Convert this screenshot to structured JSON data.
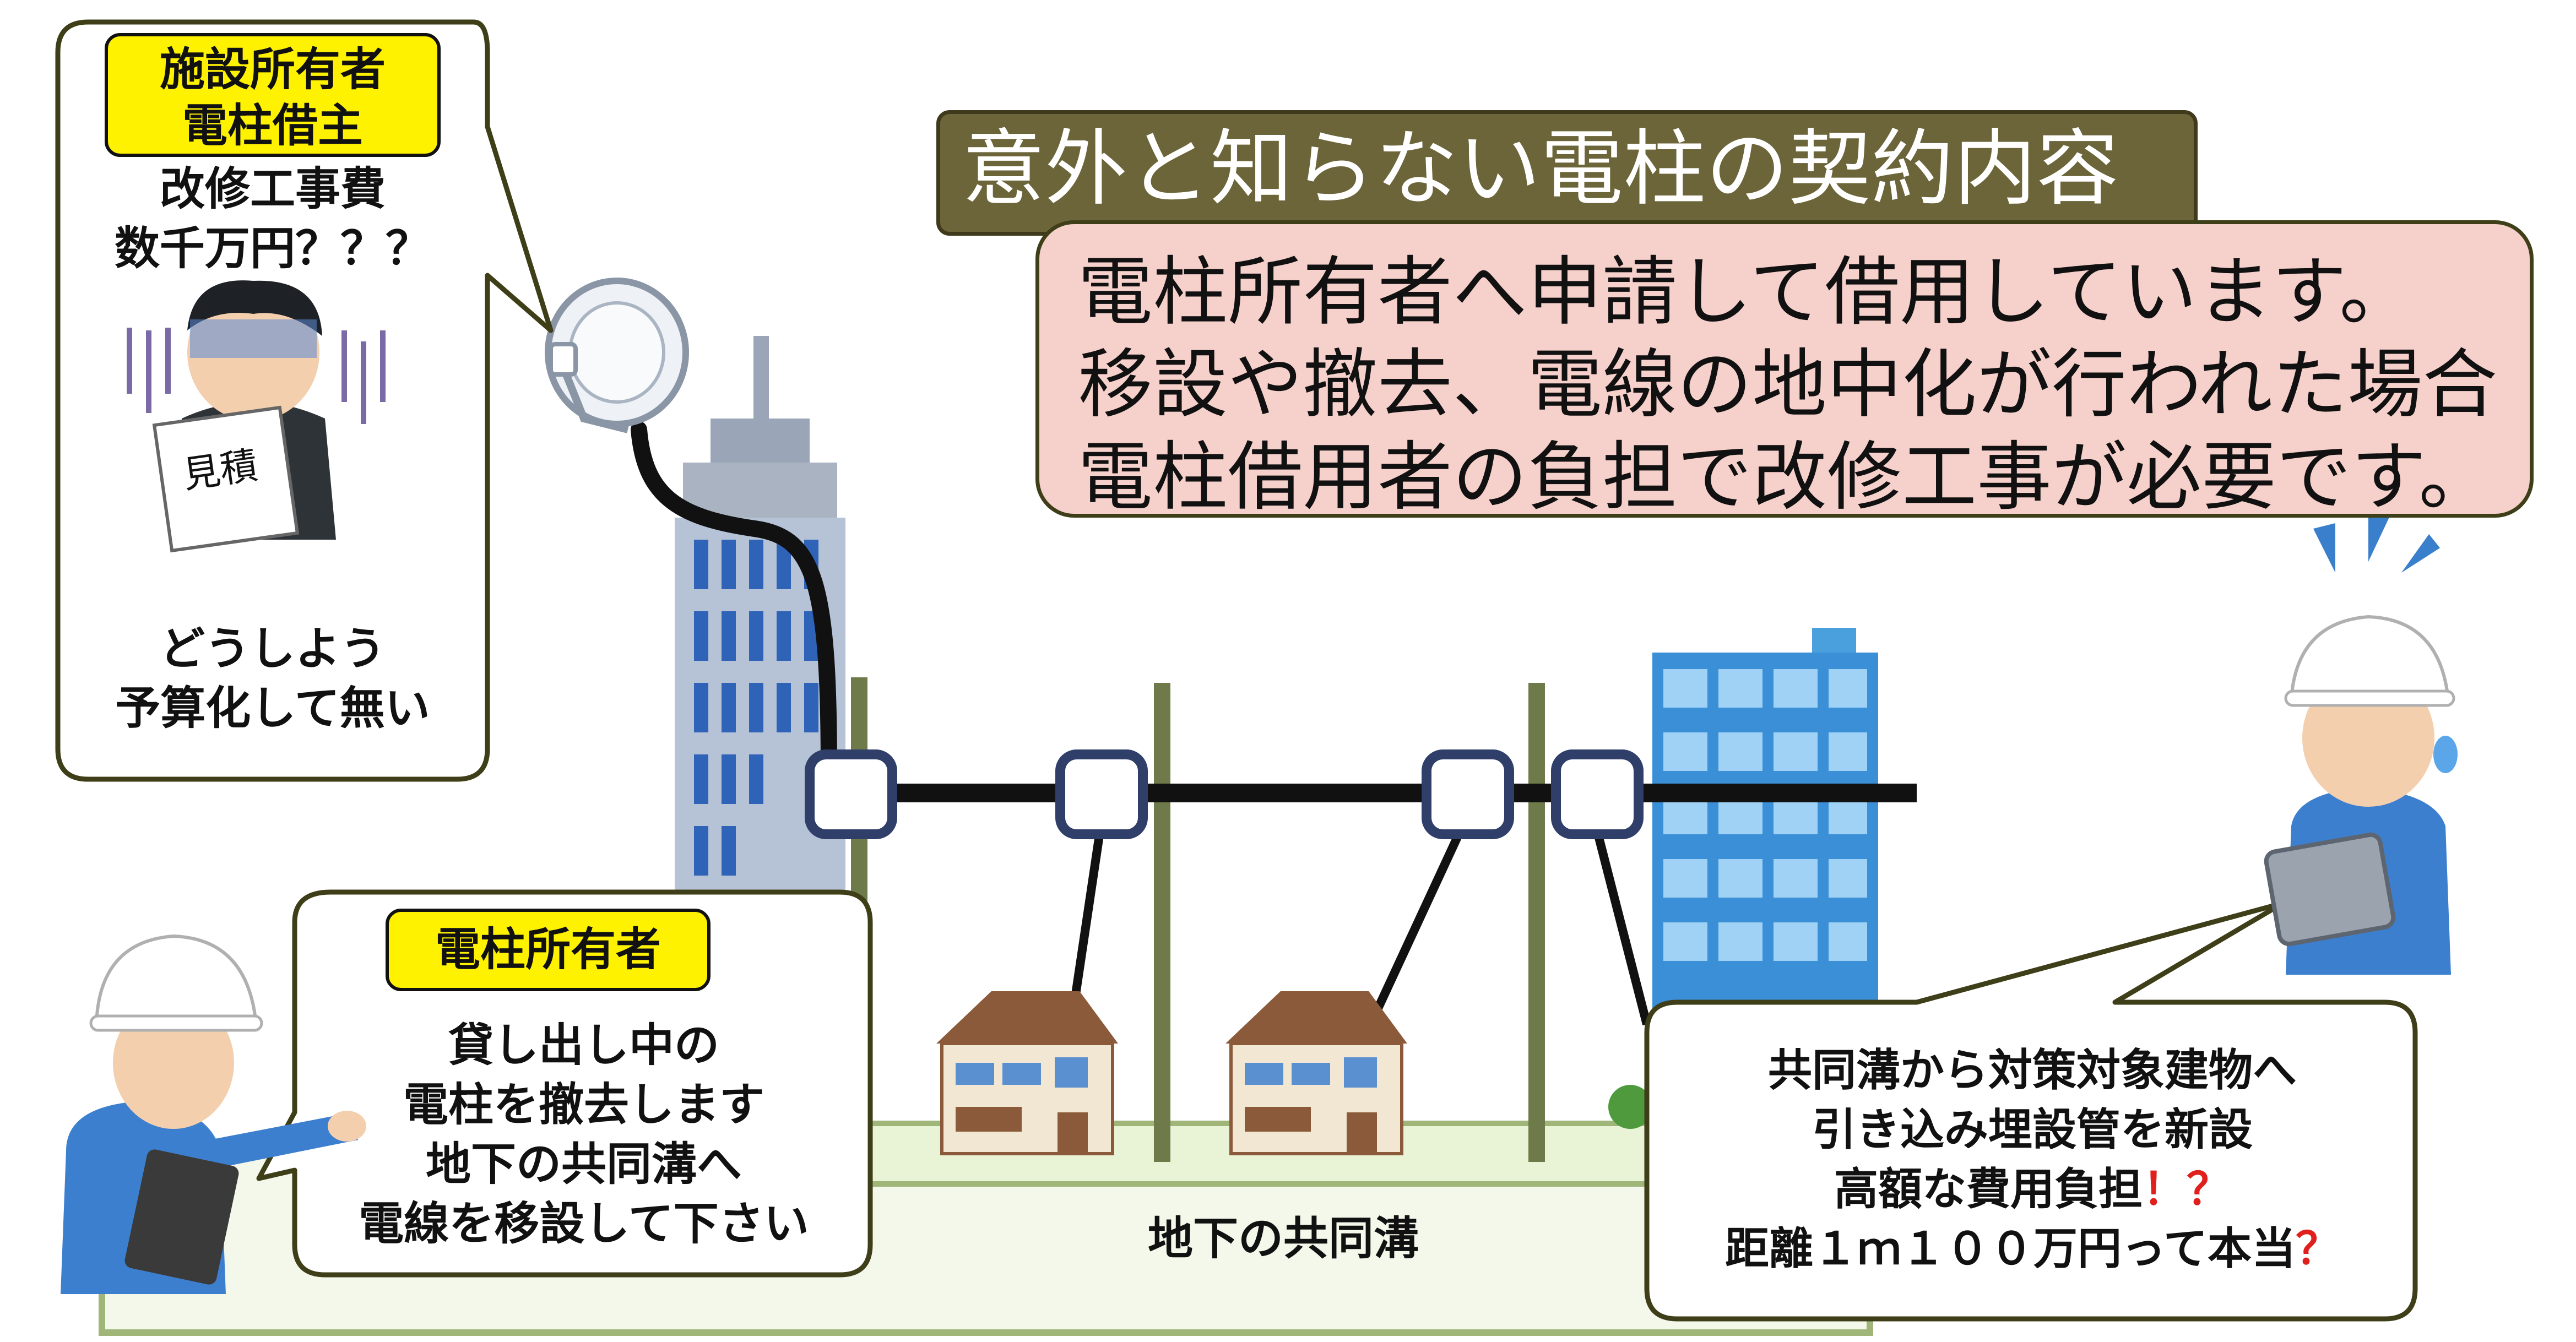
{
  "title": "意外と知らない電柱の契約内容",
  "notice_lines": [
    "電柱所有者へ申請して借用しています。",
    "移設や撤去、電線の地中化が行われた場合",
    "電柱借用者の負担で改修工事が必要です。"
  ],
  "borrower_bubble": {
    "tag_line1": "施設所有者",
    "tag_line2": "電柱借主",
    "cost_line1": "改修工事費",
    "cost_line2": "数千万円？？？",
    "estimate_label": "見積",
    "worry_line1": "どうしよう",
    "worry_line2": "予算化して無い"
  },
  "owner_bubble": {
    "tag": "電柱所有者",
    "lines": [
      "貸し出し中の",
      "電柱を撤去します",
      "地下の共同溝へ",
      "電線を移設して下さい"
    ]
  },
  "worker_bubble": {
    "line1": "共同溝から対策対象建物へ",
    "line2": "引き込み埋設管を新設",
    "line3_text": "高額な費用負担",
    "line3_mark": "！？",
    "line4_text": "距離１ｍ１００万円って本当",
    "line4_mark": "？"
  },
  "underground_label": "地下の共同溝",
  "colors": {
    "banner_bg": "#6b6539",
    "notice_bg": "#f6d0cb",
    "tag_bg": "#fff200",
    "ground": "#e9f3d6",
    "ground_edge": "#9fb678",
    "alert_red": "#e0201c"
  }
}
